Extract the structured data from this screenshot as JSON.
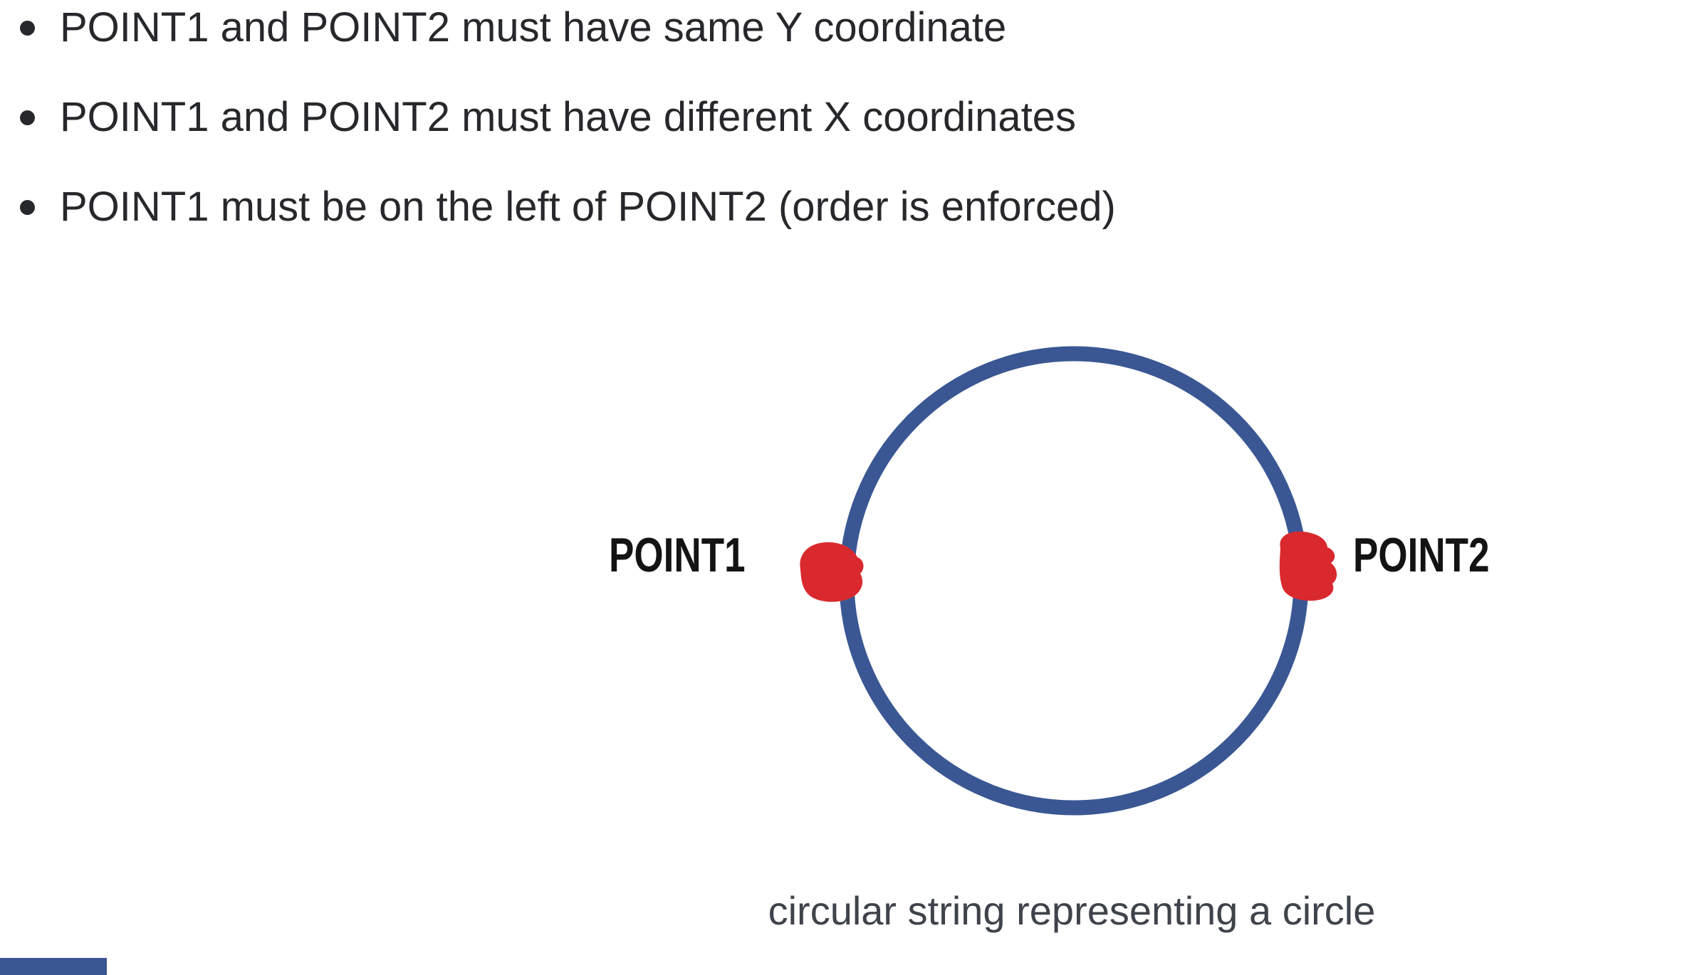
{
  "bullets": {
    "items": [
      {
        "text": "POINT1 and POINT2 must have same Y coordinate"
      },
      {
        "text": "POINT1 and POINT2 must have different X coordinates"
      },
      {
        "text": "POINT1 must be on the left of POINT2 (order is enforced)"
      }
    ]
  },
  "figure": {
    "left_point_label": "POINT1",
    "right_point_label": "POINT2",
    "caption": "circular string representing a circle"
  },
  "colors": {
    "background": "#FFFFFF",
    "bullet_text": "#26282B",
    "label_text": "#131313",
    "caption_text": "#3F434B",
    "circle_stroke": "#3A5793",
    "point_marker": "#D9292E",
    "clipped_shape": "#3A5793"
  }
}
